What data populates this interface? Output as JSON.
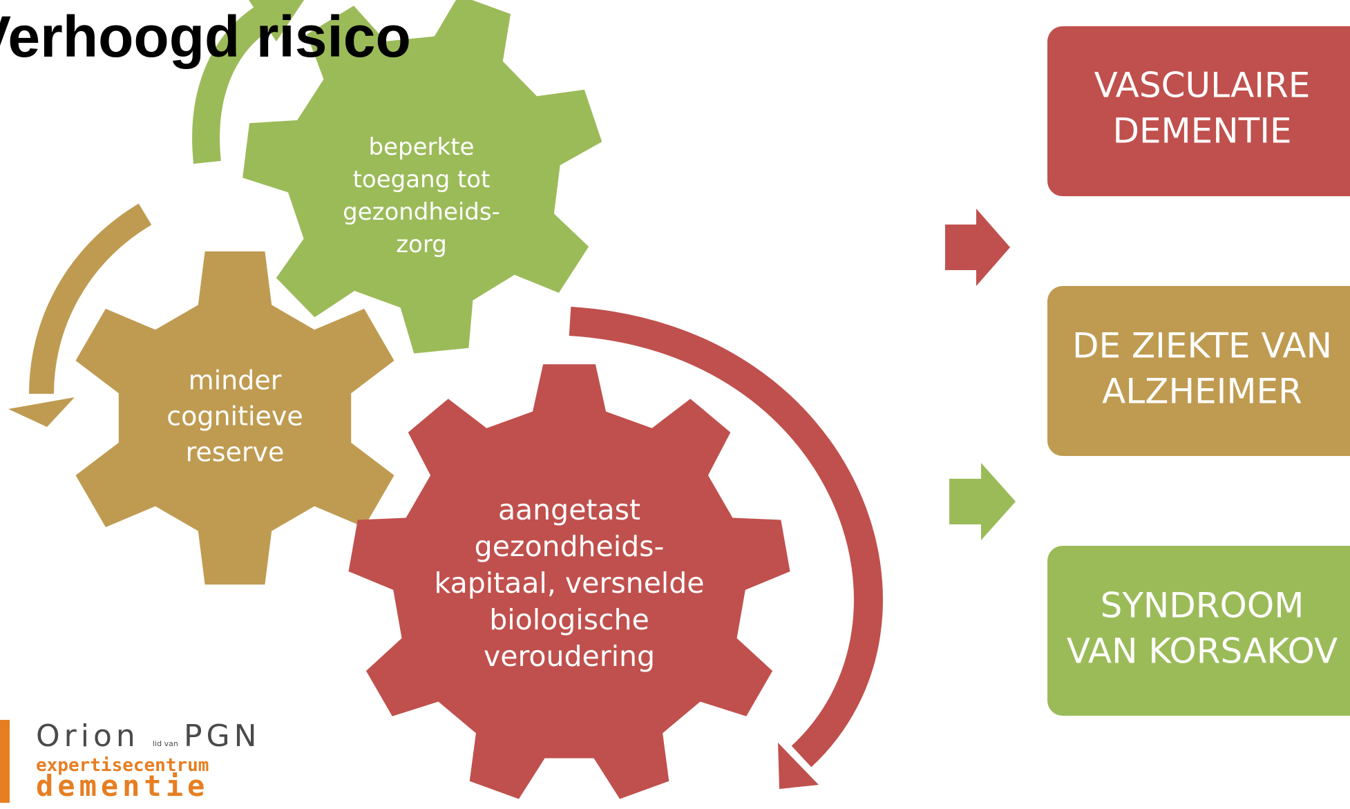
{
  "title": "Verhoogd risico",
  "gears": {
    "green": {
      "lines": [
        "beperkte",
        "toegang tot",
        "gezondheids-",
        "zorg"
      ]
    },
    "tan": {
      "lines": [
        "minder",
        "cognitieve",
        "reserve"
      ]
    },
    "red": {
      "lines": [
        "aangetast",
        "gezondheids-",
        "kapitaal, versnelde",
        "biologische",
        "veroudering"
      ]
    }
  },
  "outcomes": [
    {
      "lines": [
        "VASCULAIRE",
        "DEMENTIE"
      ]
    },
    {
      "lines": [
        "DE ZIEKTE VAN",
        "ALZHEIMER"
      ]
    },
    {
      "lines": [
        "SYNDROOM",
        "VAN KORSAKOV"
      ]
    }
  ],
  "logo": {
    "orion": "Orion",
    "small": "lid van",
    "pgn": "PGN",
    "line1": "expertisecentrum",
    "line2": "dementie"
  },
  "colors": {
    "red": "#c0504d",
    "tan": "#bf9b51",
    "green": "#9bbb59",
    "logo_orange": "#e67e22"
  }
}
